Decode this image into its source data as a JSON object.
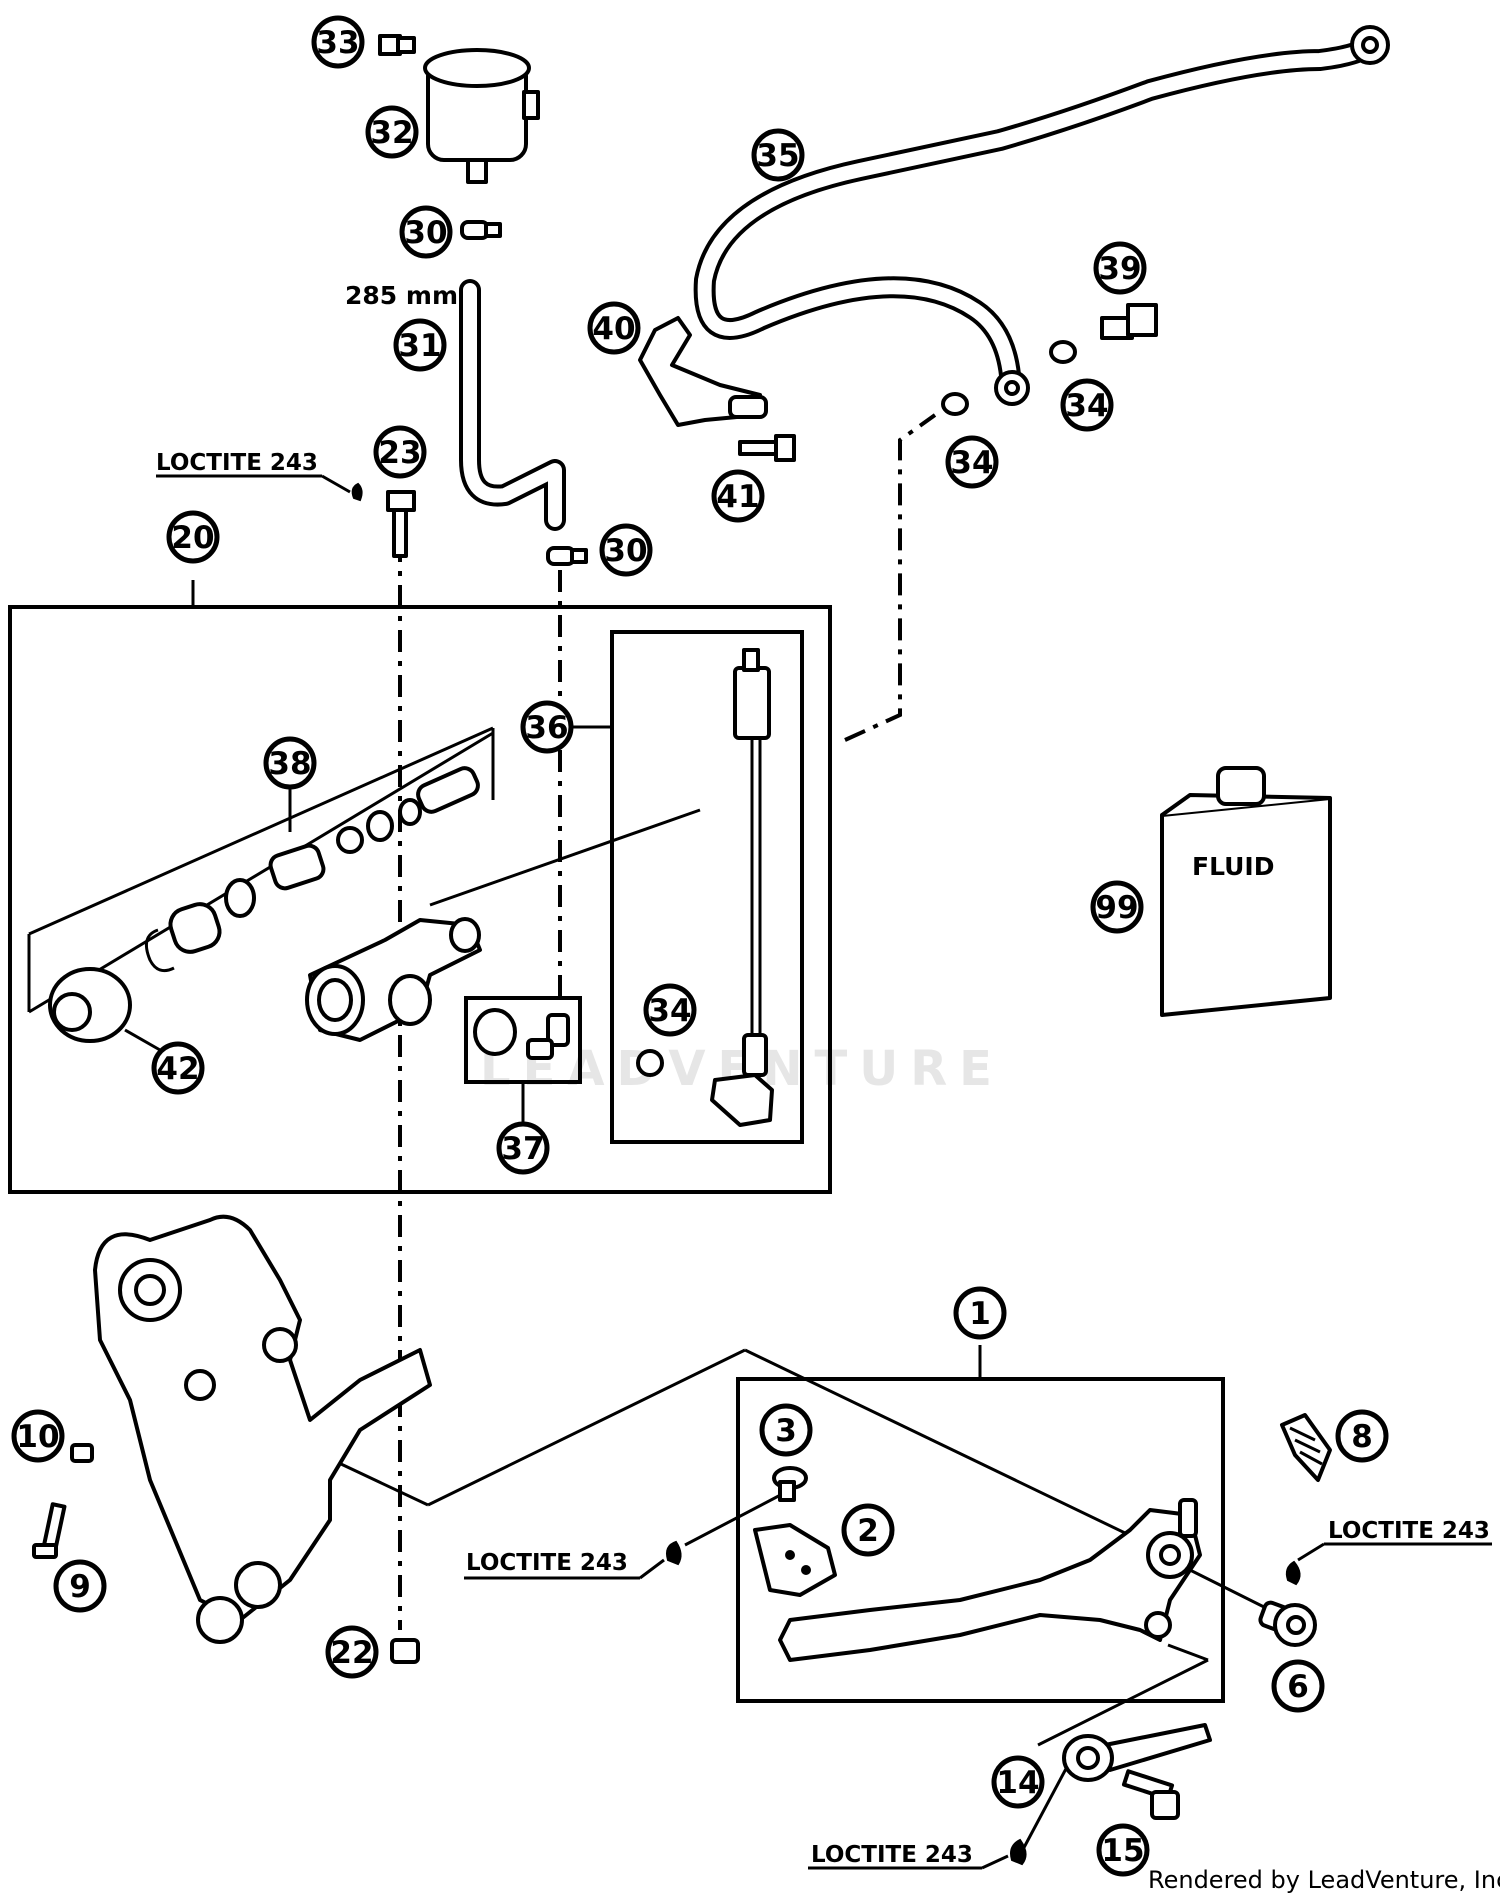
{
  "callouts": {
    "c1": "1",
    "c2": "2",
    "c3": "3",
    "c6": "6",
    "c8": "8",
    "c9": "9",
    "c10": "10",
    "c14": "14",
    "c15": "15",
    "c20": "20",
    "c22": "22",
    "c23": "23",
    "c30a": "30",
    "c30b": "30",
    "c31": "31",
    "c32": "32",
    "c33": "33",
    "c34a": "34",
    "c34b": "34",
    "c34c": "34",
    "c35": "35",
    "c36": "36",
    "c37": "37",
    "c38": "38",
    "c39": "39",
    "c40": "40",
    "c41": "41",
    "c42": "42",
    "c99": "99"
  },
  "labels": {
    "loctite_a": "LOCTITE 243",
    "loctite_b": "LOCTITE 243",
    "loctite_c": "LOCTITE 243",
    "loctite_d": "LOCTITE 243",
    "hose_length": "285 mm",
    "fluid": "FLUID"
  },
  "watermark": "LEADVENTURE",
  "credit": "Rendered by LeadVenture, Inc."
}
